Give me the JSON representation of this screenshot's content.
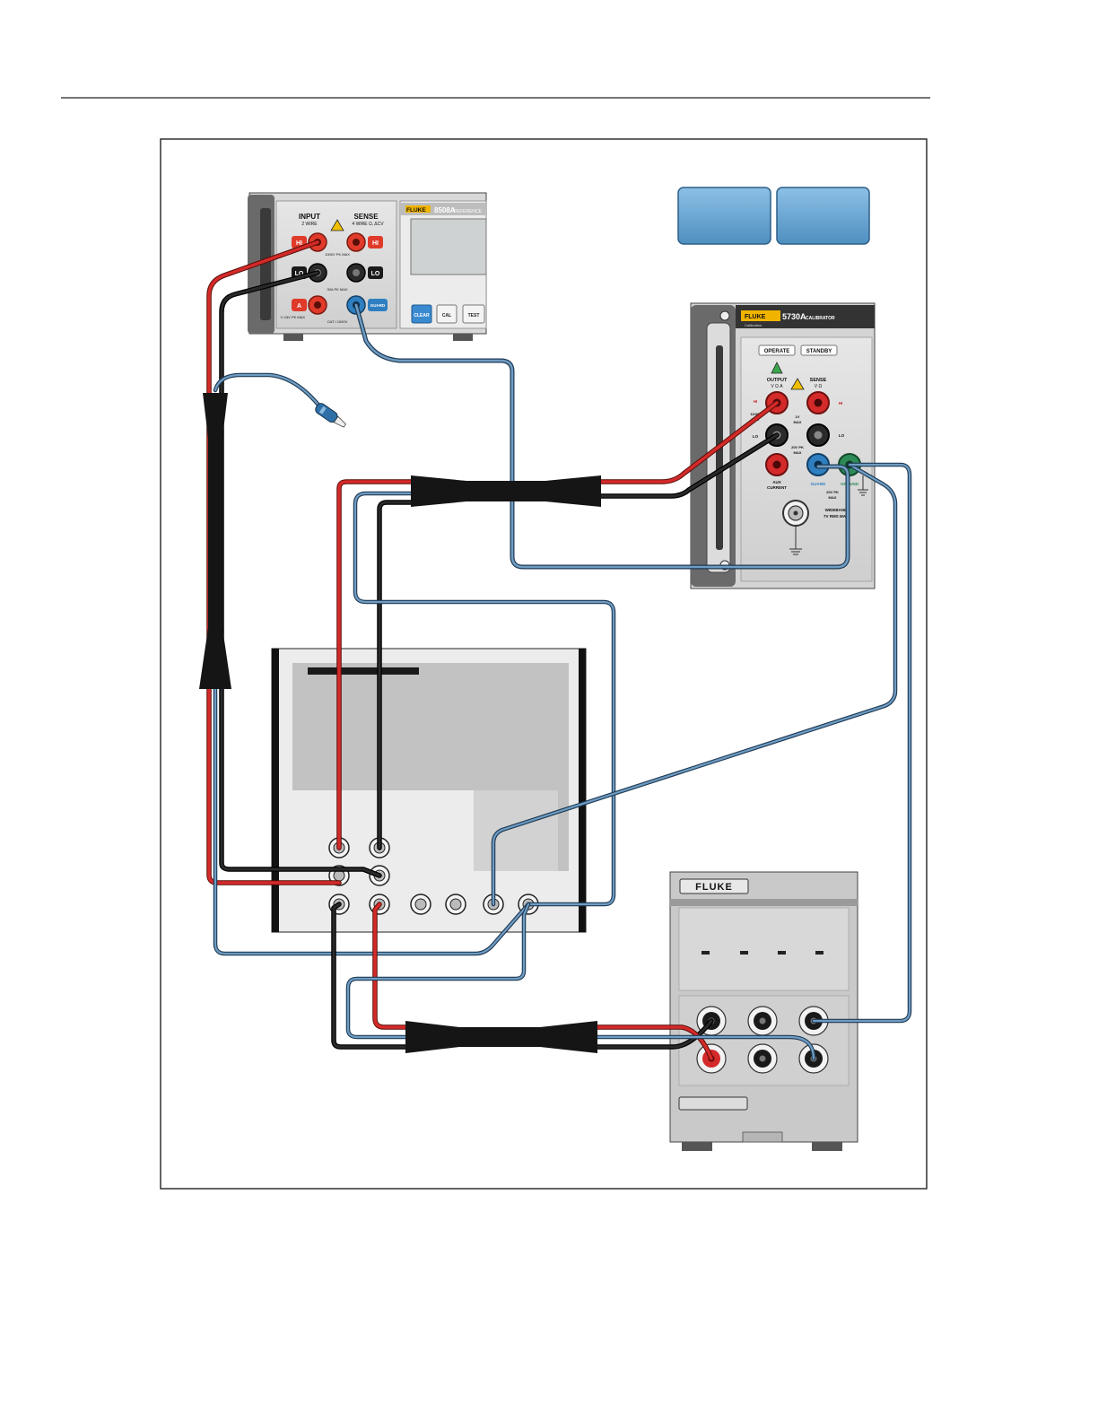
{
  "meter": {
    "input_label": "INPUT",
    "input_sub": "2 WIRE",
    "sense_label": "SENSE",
    "sense_sub": "4 WIRE Ω, ΔCV",
    "brand": "FLUKE",
    "model": "8508A",
    "model_suffix": "REFERENCE",
    "hi": "HI",
    "lo": "LO",
    "a": "A",
    "guard": "GUARD",
    "v_max": "1000V PK MAX",
    "a_max": "30A PK MAX",
    "guard_max": "+/-15V PK MAX",
    "cat": "CAT I 1000V",
    "btn_clear": "CLEAR",
    "btn_cal": "CAL",
    "btn_test": "TEST",
    "hi_color": "#e03a2a",
    "guard_color": "#2f7fc0"
  },
  "calibrator": {
    "brand": "FLUKE",
    "model": "5730A",
    "model_suffix": "CALIBRATOR",
    "brand_sub": "Calibration",
    "operate": "OPERATE",
    "standby": "STANDBY",
    "output_label": "OUTPUT",
    "output_sub": "V Ω A",
    "sense_label": "SENSE",
    "sense_sub": "V Ω",
    "hi": "HI",
    "lo": "LO",
    "v_max_1": "1100V",
    "v_max_2": "MAX",
    "v_rms_1": "1V",
    "v_rms_2": "MAX",
    "pk_max_1": "20V PK",
    "pk_max_2": "MAX",
    "aux_1": "AUX",
    "aux_2": "CURRENT",
    "guard": "GUARD",
    "ground": "GROUND",
    "guard_max_1": "20V PK",
    "guard_max_2": "MAX",
    "wideband_1": "WIDEBAND",
    "wideband_2": "7V RMS MAX"
  },
  "standard": {
    "brand": "FLUKE"
  },
  "colors": {
    "red_lead": "#d42a2a",
    "black_lead": "#1a1a1a",
    "blue_lead": "#4d7ea8",
    "green_lead": "#2e8b57",
    "blue_button": "#5b9ac9"
  }
}
